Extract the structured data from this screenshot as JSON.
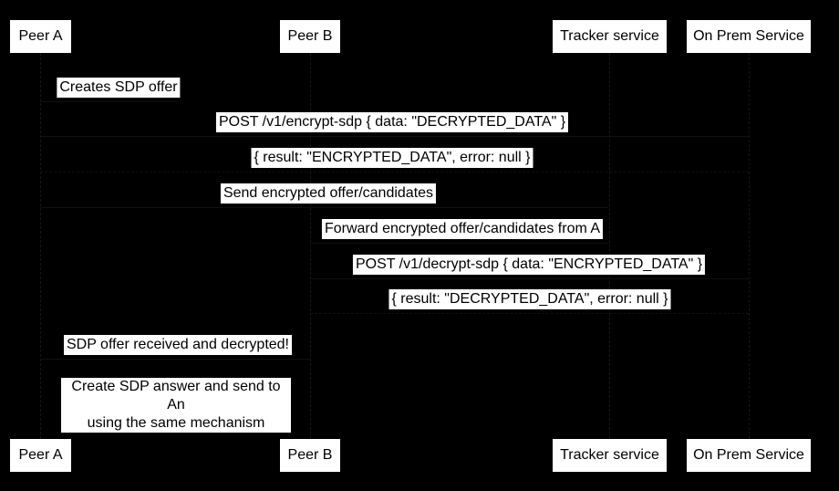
{
  "colors": {
    "background": "#000000",
    "actor_fill": "#ffffff",
    "actor_text": "#000000",
    "label_fill": "#ffffff",
    "label_text": "#000000"
  },
  "participants": [
    {
      "name": "Peer A"
    },
    {
      "name": "Peer B"
    },
    {
      "name": "Tracker service"
    },
    {
      "name": "On Prem Service"
    }
  ],
  "messages": [
    {
      "from": "Peer A",
      "to": "Peer A",
      "kind": "self",
      "text": "Creates SDP offer"
    },
    {
      "from": "Peer A",
      "to": "On Prem Service",
      "kind": "solid",
      "text": "POST /v1/encrypt-sdp { data: \"DECRYPTED_DATA\" }"
    },
    {
      "from": "On Prem Service",
      "to": "Peer A",
      "kind": "reply",
      "text": "{ result: \"ENCRYPTED_DATA\", error: null }"
    },
    {
      "from": "Peer A",
      "to": "Tracker service",
      "kind": "solid",
      "text": "Send encrypted offer/candidates"
    },
    {
      "from": "Tracker service",
      "to": "Peer B",
      "kind": "solid",
      "text": "Forward encrypted offer/candidates from A"
    },
    {
      "from": "Peer B",
      "to": "On Prem Service",
      "kind": "solid",
      "text": "POST /v1/decrypt-sdp { data: \"ENCRYPTED_DATA\" }"
    },
    {
      "from": "On Prem Service",
      "to": "Peer B",
      "kind": "reply",
      "text": "{ result: \"DECRYPTED_DATA\", error: null }"
    },
    {
      "from": "Peer B",
      "to": "Peer A",
      "kind": "solid",
      "text": "SDP offer received and decrypted!"
    }
  ],
  "note": {
    "lines": [
      "Create SDP answer and send to An",
      "using the same mechanism"
    ]
  }
}
